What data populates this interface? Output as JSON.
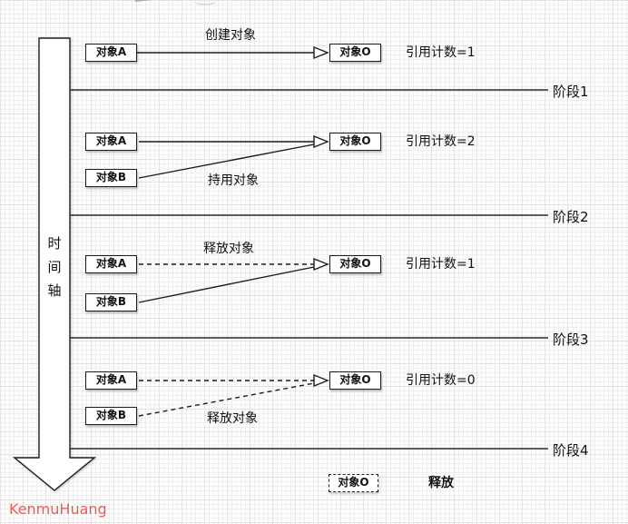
{
  "watermark": {
    "text": "KenmuHuang",
    "color": "#f0594f"
  },
  "time_axis": {
    "label": "时间轴",
    "chars": [
      "时",
      "间",
      "轴"
    ]
  },
  "stages": [
    {
      "label": "阶段1"
    },
    {
      "label": "阶段2"
    },
    {
      "label": "阶段3"
    },
    {
      "label": "阶段4"
    }
  ],
  "phases": [
    {
      "action_label": "创建对象",
      "ref_count": "引用计数=1",
      "objects": [
        {
          "label": "对象A"
        }
      ],
      "target": {
        "label": "对象O"
      },
      "links": [
        {
          "from": "对象A",
          "to": "对象O",
          "style": "solid"
        }
      ]
    },
    {
      "action_label": "持用对象",
      "ref_count": "引用计数=2",
      "objects": [
        {
          "label": "对象A"
        },
        {
          "label": "对象B"
        }
      ],
      "target": {
        "label": "对象O"
      },
      "links": [
        {
          "from": "对象A",
          "to": "对象O",
          "style": "solid"
        },
        {
          "from": "对象B",
          "to": "对象O",
          "style": "solid"
        }
      ]
    },
    {
      "action_label": "释放对象",
      "ref_count": "引用计数=1",
      "objects": [
        {
          "label": "对象A"
        },
        {
          "label": "对象B"
        }
      ],
      "target": {
        "label": "对象O"
      },
      "links": [
        {
          "from": "对象A",
          "to": "对象O",
          "style": "dashed"
        },
        {
          "from": "对象B",
          "to": "对象O",
          "style": "solid"
        }
      ]
    },
    {
      "action_label": "释放对象",
      "ref_count": "引用计数=0",
      "objects": [
        {
          "label": "对象A"
        },
        {
          "label": "对象B"
        }
      ],
      "target": {
        "label": "对象O"
      },
      "links": [
        {
          "from": "对象A",
          "to": "对象O",
          "style": "dashed"
        },
        {
          "from": "对象B",
          "to": "对象O",
          "style": "dashed"
        }
      ]
    }
  ],
  "final": {
    "object_label": "对象O",
    "status_label": "释放"
  }
}
